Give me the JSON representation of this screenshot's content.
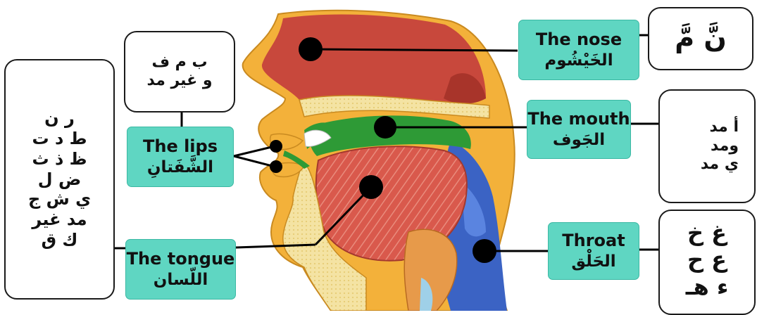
{
  "diagram": {
    "places": [
      {
        "id": "nose",
        "english": "The nose",
        "arabic": "الخَيْشُوم",
        "letters": [
          "نَّ  مَّ"
        ]
      },
      {
        "id": "mouth",
        "english": "The mouth",
        "arabic": "الجَوف",
        "letters": [
          "أ مد",
          "ومد",
          "ي مد"
        ]
      },
      {
        "id": "throat",
        "english": "Throat",
        "arabic": "الحَلْق",
        "letters": [
          "غ خ",
          "ع ح",
          "ء هـ"
        ]
      },
      {
        "id": "lips",
        "english": "The lips",
        "arabic": "الشَّفَتانِ",
        "letters": [
          "ب م ف",
          "و غير مد"
        ]
      },
      {
        "id": "tongue",
        "english": "The tongue",
        "arabic": "اللّسان",
        "letters": [
          "ر ن",
          "ط د ت",
          "ظ ذ ث",
          "ض ل",
          "ي ش ج",
          "مد غير",
          "ك ق"
        ]
      }
    ],
    "colors": {
      "label_fill": "#5fd6c2",
      "nasal_cavity": "#c8483c",
      "oral_cavity": "#2e9a36",
      "tongue": "#c74a3f",
      "throat": "#3b63c4",
      "skin": "#f3b13a"
    }
  }
}
